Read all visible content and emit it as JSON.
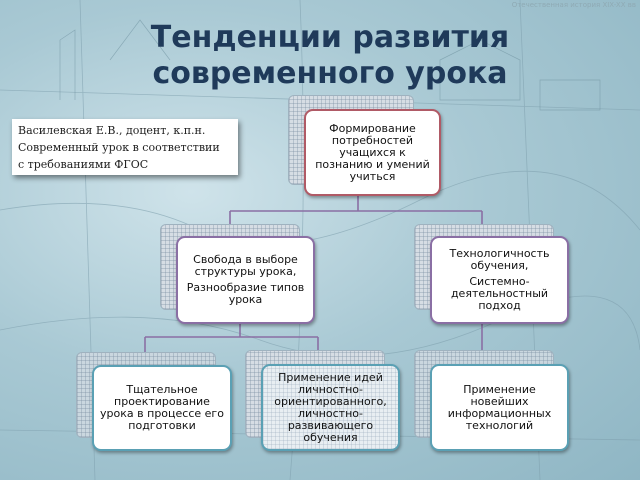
{
  "watermark": "Отечественная история XIX-XX вв",
  "title": {
    "line1": "Тенденции развития",
    "line2": "современного урока"
  },
  "author": {
    "line1": "Василевская Е.В., доцент, к.п.н.",
    "line2": "Современный урок в соответствии",
    "line3": "с требованиями ФГОС"
  },
  "diagram": {
    "root": "Формирование потребностей учащихся к познанию и умений учиться",
    "left": {
      "line1": "Свобода в выборе структуры урока,",
      "line2": "Разнообразие типов урока"
    },
    "right": {
      "line1": "Технологичность обучения,",
      "line2": "Системно-деятельностный подход"
    },
    "bottom_left": "Тщательное проектирование урока в процессе его подготовки",
    "bottom_center": "Применение идей личностно-ориентированного, личностно-развивающего обучения",
    "bottom_right": "Применение новейших информационных технологий"
  },
  "colors": {
    "title": "#1f3a5a",
    "root_border": "#b05a66",
    "mid_border": "#8a6fa4",
    "bottom_border": "#5aa0b4",
    "connector": "#8a6fa4"
  }
}
